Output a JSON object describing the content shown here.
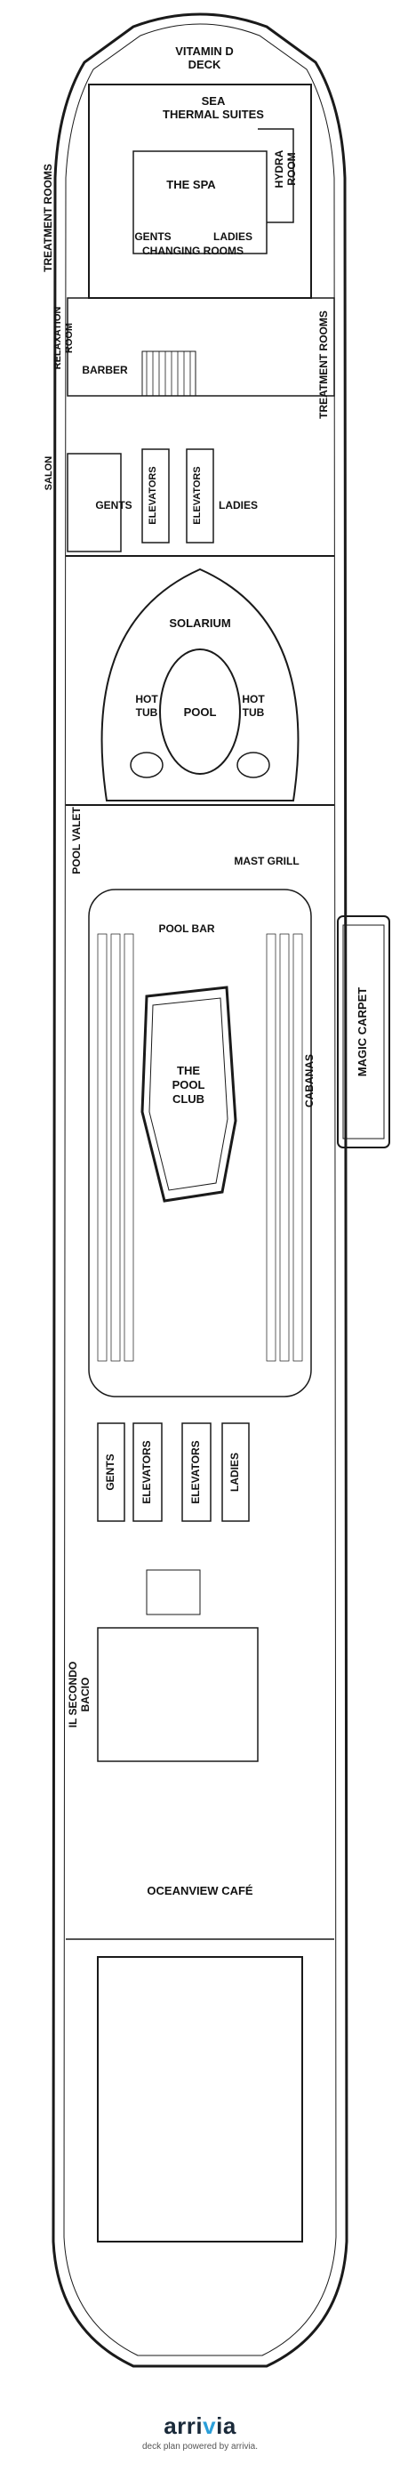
{
  "deck_labels": {
    "vitamin_d_deck": [
      "VITAMIN D",
      "DECK"
    ],
    "sea_thermal_suites": [
      "SEA",
      "THERMAL SUITES"
    ],
    "the_spa": "THE SPA",
    "hydra_room": [
      "HYDRA",
      "ROOM"
    ],
    "treatment_rooms_left": "TREATMENT ROOMS",
    "treatment_rooms_right": "TREATMENT ROOMS",
    "gents_ladies_changing": [
      "GENTS",
      "LADIES",
      "CHANGING ROOMS"
    ],
    "relaxation_room": [
      "RELAXATION",
      "ROOM"
    ],
    "barber": "BARBER",
    "salon": "SALON",
    "gents_fwd": "GENTS",
    "ladies_fwd": "LADIES",
    "elevators_fwd_a": "ELEVATORS",
    "elevators_fwd_b": "ELEVATORS",
    "solarium": "SOLARIUM",
    "pool_solarium": "POOL",
    "hot_tub_left": [
      "HOT",
      "TUB"
    ],
    "hot_tub_right": [
      "HOT",
      "TUB"
    ],
    "pool_valet": "POOL VALET",
    "mast_grill": "MAST GRILL",
    "pool_bar": "POOL BAR",
    "the_pool_club": [
      "THE",
      "POOL",
      "CLUB"
    ],
    "cabanas": "CABANAS",
    "magic_carpet": "MAGIC CARPET",
    "gents_mid": "GENTS",
    "elevators_mid_a": "ELEVATORS",
    "elevators_mid_b": "ELEVATORS",
    "ladies_mid": "LADIES",
    "il_secondo_bacio": [
      "IL SECONDO",
      "BACIO"
    ],
    "oceanview_cafe": "OCEANVIEW CAFÉ"
  },
  "footer": {
    "brand_main": "arri",
    "brand_accent": "v",
    "brand_tail": "ia",
    "powered_by": "deck plan powered by arrivia."
  },
  "colors": {
    "line": "#1a1a1a",
    "brand": "#1a2a3a",
    "brand_accent": "#2b9fd9"
  }
}
